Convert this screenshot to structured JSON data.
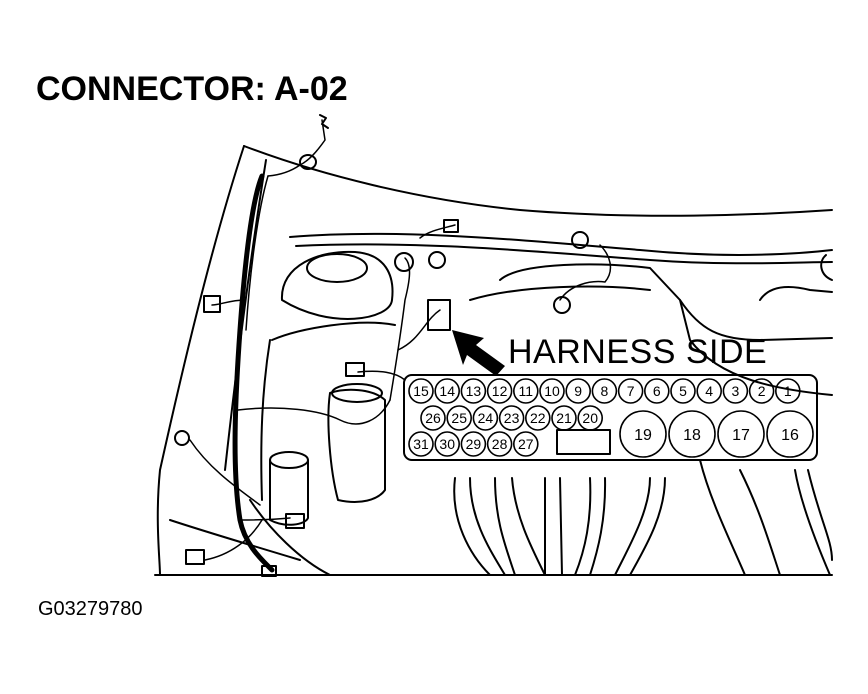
{
  "title": "CONNECTOR: A-02",
  "harness_label": "HARNESS SIDE",
  "figure_id": "G03279780",
  "connector": {
    "row1": [
      "15",
      "14",
      "13",
      "12",
      "11",
      "10",
      "9",
      "8",
      "7",
      "6",
      "5",
      "4",
      "3",
      "2",
      "1"
    ],
    "row2": [
      "26",
      "25",
      "24",
      "23",
      "22",
      "21",
      "20"
    ],
    "row3": [
      "31",
      "30",
      "29",
      "28",
      "27"
    ],
    "large": [
      "19",
      "18",
      "17",
      "16"
    ]
  },
  "colors": {
    "line": "#000000",
    "background": "#ffffff"
  }
}
